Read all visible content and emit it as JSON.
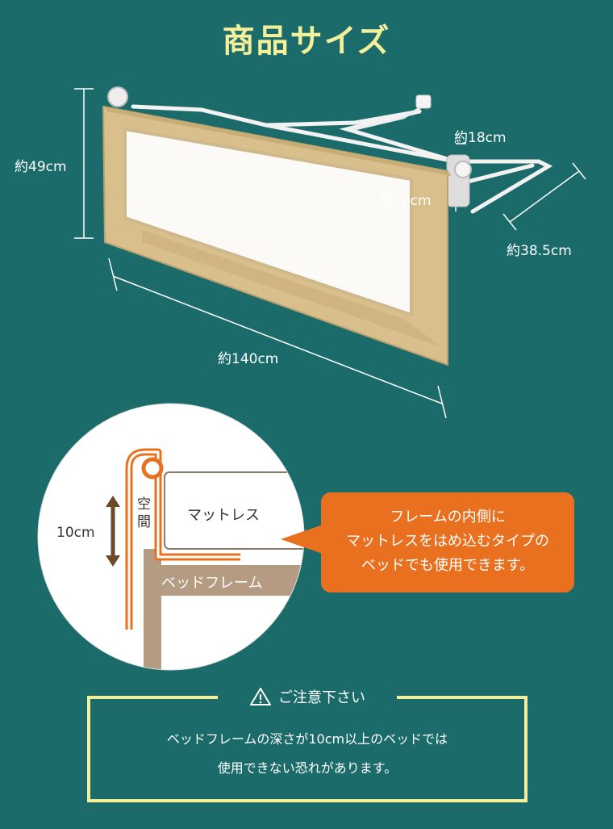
{
  "title": "商品サイズ",
  "dimensions": {
    "height": "約49cm",
    "top_depth": "約18cm",
    "gap": "約10cm",
    "depth": "約38.5cm",
    "width": "約140cm"
  },
  "diagram": {
    "gap_label": "10cm",
    "gap_vertical": "空間",
    "mattress": "マットレス",
    "bed_frame": "ベッドフレーム"
  },
  "callout": {
    "line1": "フレームの内側に",
    "line2": "マットレスをはめ込むタイプの",
    "line3": "ベッドでも使用できます。"
  },
  "notice": {
    "heading": "ご注意下さい",
    "line1": "ベッドフレームの深さが10cm以上のベッドでは",
    "line2": "使用できない恐れがあります。"
  },
  "colors": {
    "background": "#1b6b6b",
    "title": "#f3ef9a",
    "callout": "#e8701e",
    "guard_fabric": "#d9bf8c",
    "bed_frame": "#b49b82"
  }
}
